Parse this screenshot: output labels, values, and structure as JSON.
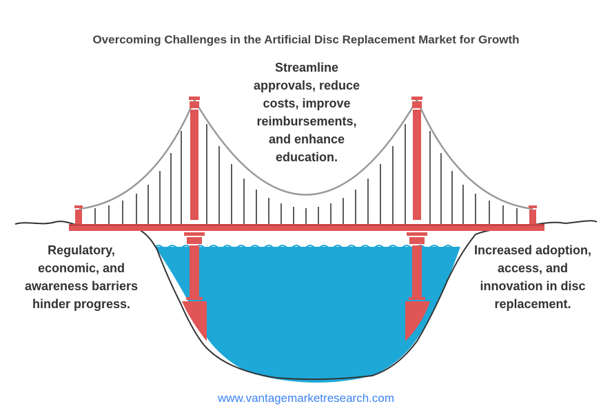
{
  "title": "Overcoming Challenges in the Artificial Disc Replacement Market for Growth",
  "solution_text": "Streamline\napprovals, reduce\ncosts, improve\nreimbursements,\nand enhance\neducation.",
  "challenge_text": "Regulatory,\neconomic, and\nawareness barriers\nhinder progress.",
  "outcome_text": "Increased adoption,\naccess, and\ninnovation in disc\nreplacement.",
  "footer_url": "www.vantagemarketresearch.com",
  "colors": {
    "tower": "#e05555",
    "water": "#1ea8d8",
    "cable": "#999999",
    "ground": "#333333"
  },
  "icons": [
    "bridge-illustration"
  ]
}
